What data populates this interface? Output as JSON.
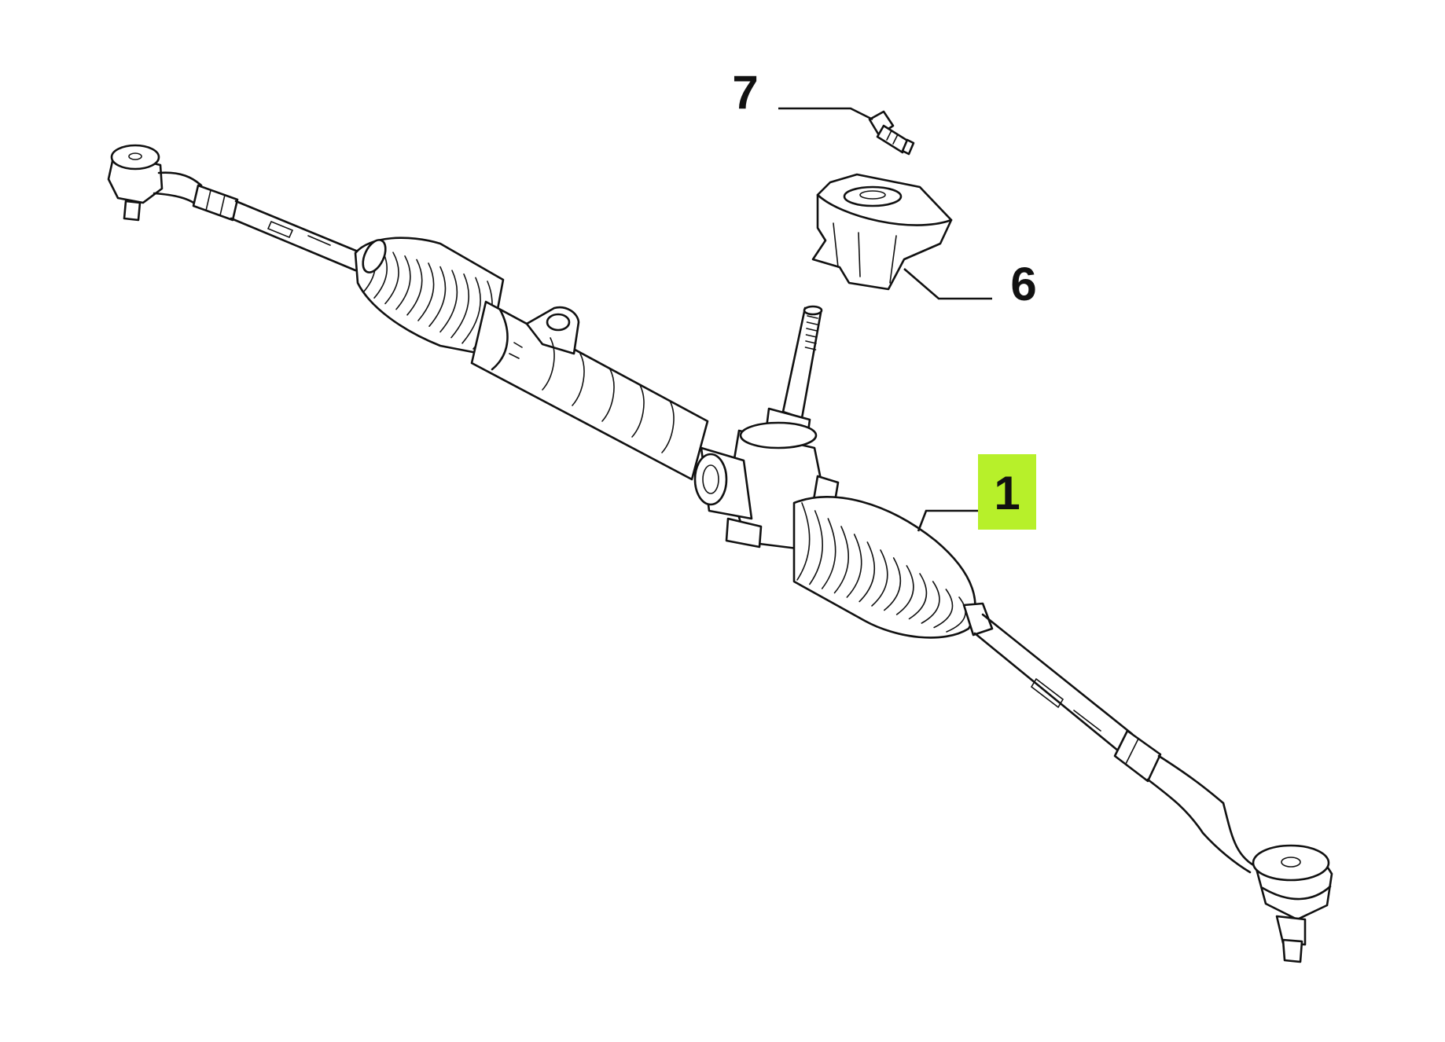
{
  "callouts": [
    {
      "label": "7",
      "highlight": false
    },
    {
      "label": "6",
      "highlight": false
    },
    {
      "label": "1",
      "highlight": true
    }
  ],
  "colors": {
    "highlight": "#b7f02a",
    "line": "#111111",
    "background": "#ffffff"
  }
}
